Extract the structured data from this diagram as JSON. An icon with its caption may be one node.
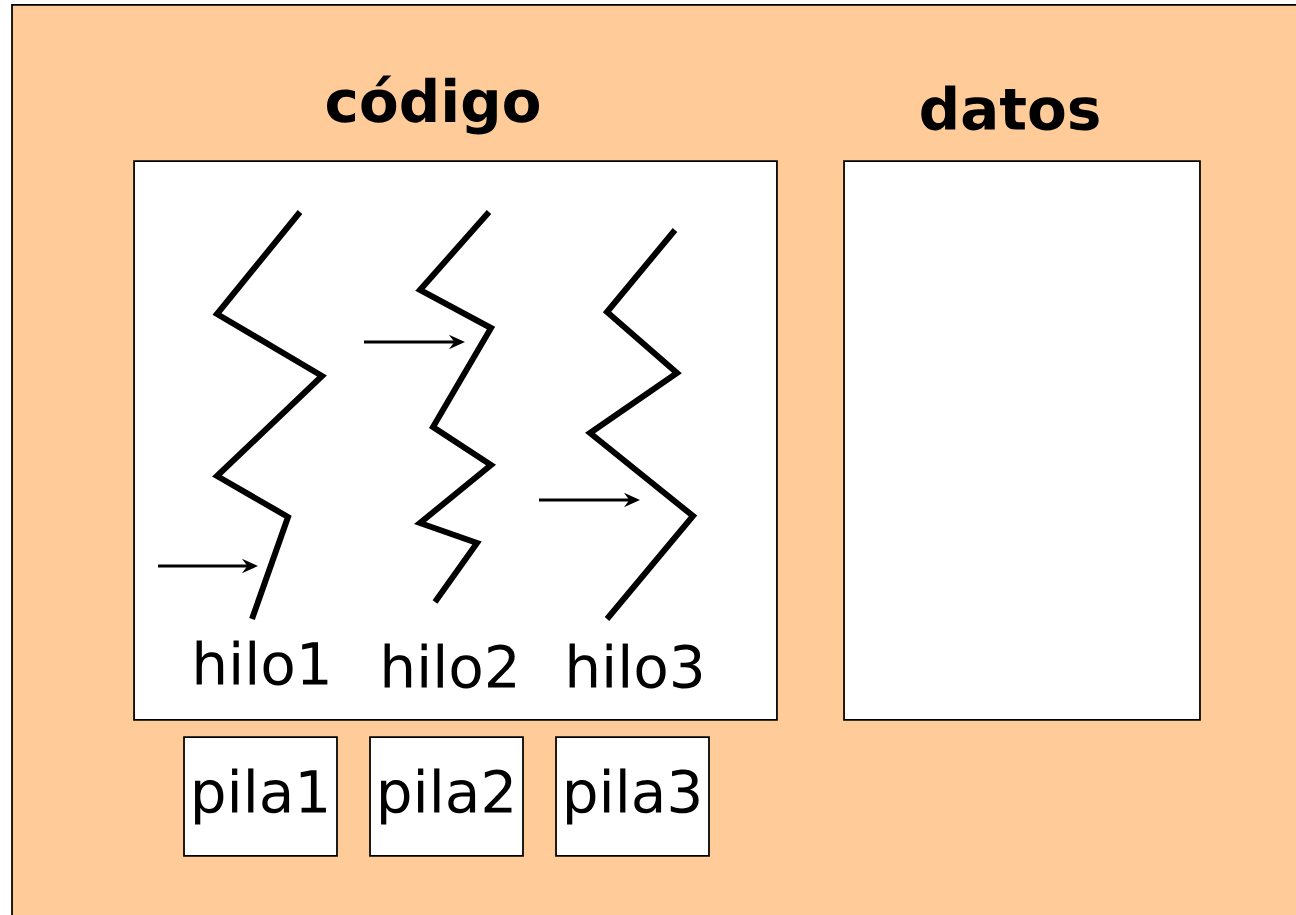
{
  "diagram": {
    "nodes": [
      {
        "text": [
          "código"
        ]
      },
      {
        "text": [],
        "shape": "picture",
        "in": 0,
        "beside": [
          "hilo1"
        ]
      },
      {
        "text": [],
        "shape": "picture",
        "in": 0,
        "beside": [
          "hilo2"
        ]
      },
      {
        "text": [],
        "shape": "picture",
        "in": 0,
        "beside": [
          "hilo3"
        ]
      },
      {
        "text": [
          "datos"
        ]
      },
      {
        "text": [
          "pila1"
        ]
      },
      {
        "text": [
          "pila2"
        ]
      },
      {
        "text": [
          "pila3"
        ]
      }
    ],
    "edges": [
      {
        "from": null,
        "to": 1,
        "arrow": "to"
      },
      {
        "from": null,
        "to": 2,
        "arrow": "to"
      },
      {
        "from": null,
        "to": 3,
        "arrow": "to"
      }
    ]
  }
}
